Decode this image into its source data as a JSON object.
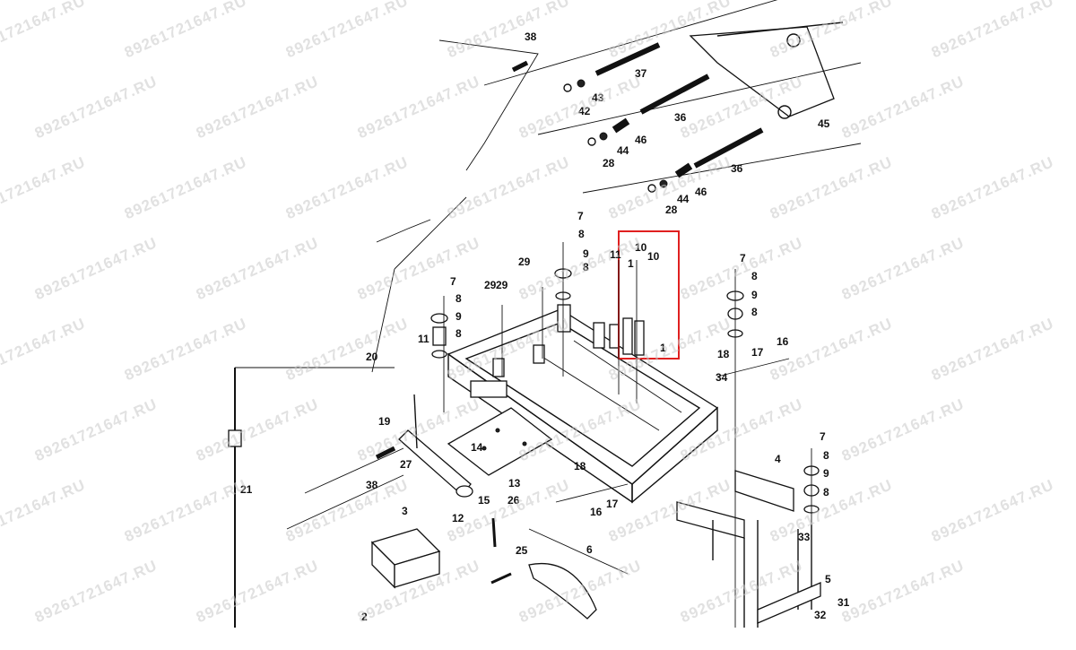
{
  "watermark": {
    "text": "89261721647.RU",
    "color": "#c9c9c9"
  },
  "highlight": {
    "color": "#e02020",
    "labels": [
      "10",
      "10"
    ]
  },
  "callouts": [
    "38",
    "37",
    "43",
    "42",
    "36",
    "46",
    "44",
    "28",
    "45",
    "36",
    "46",
    "44",
    "28",
    "7",
    "8",
    "9",
    "8",
    "29",
    "29",
    "29",
    "11",
    "1",
    "10",
    "10",
    "1",
    "7",
    "8",
    "9",
    "8",
    "20",
    "11",
    "7",
    "8",
    "9",
    "8",
    "19",
    "18",
    "17",
    "16",
    "34",
    "14",
    "13",
    "27",
    "38",
    "3",
    "12",
    "15",
    "26",
    "18",
    "17",
    "16",
    "4",
    "7",
    "8",
    "9",
    "8",
    "21",
    "25",
    "6",
    "2",
    "33",
    "5",
    "31",
    "32"
  ],
  "icons": [
    "frame-icon",
    "pin-icon",
    "washer-icon",
    "cylinder-icon",
    "lever-icon",
    "bracket-icon",
    "leg-frame-icon",
    "cable-icon",
    "block-icon"
  ]
}
